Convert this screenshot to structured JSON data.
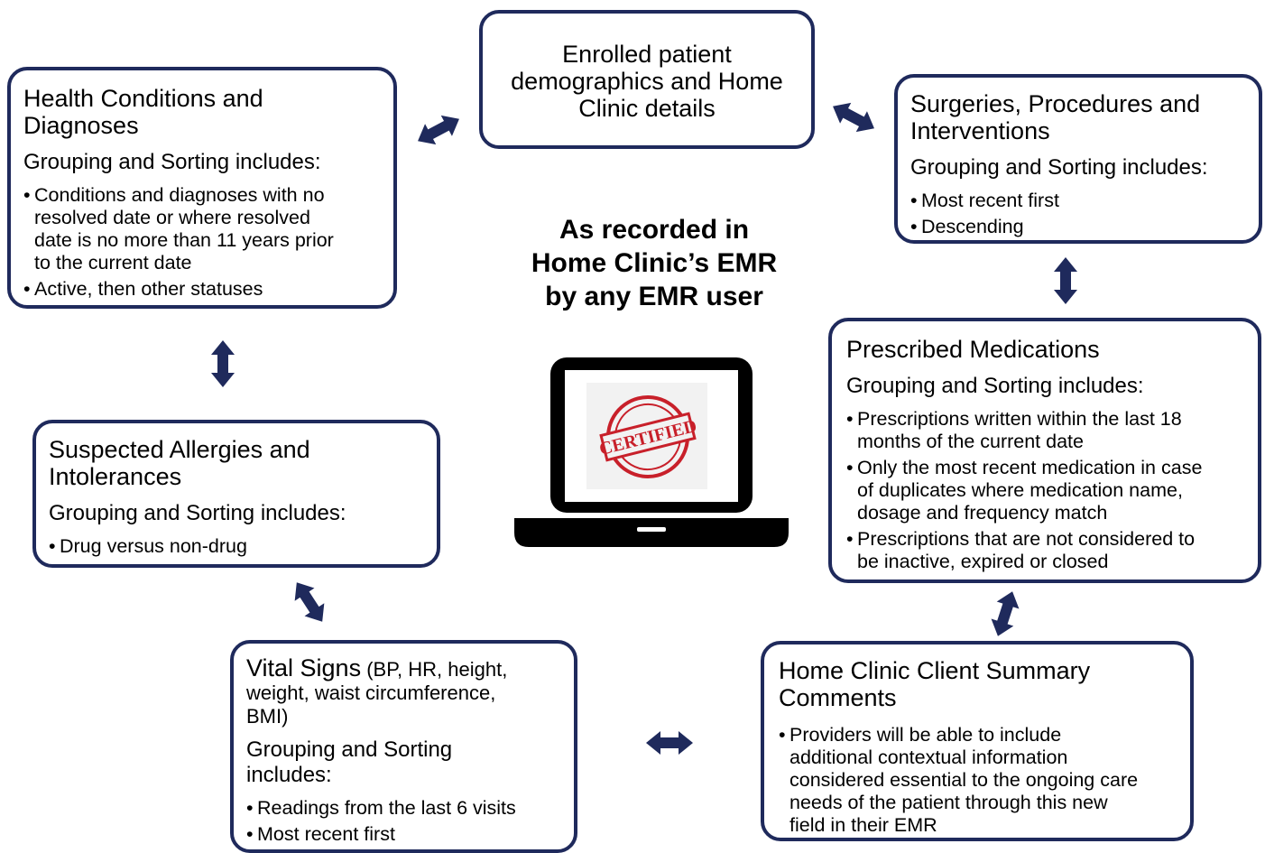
{
  "center": {
    "heading_lines": [
      "As recorded in",
      "Home Clinic’s EMR",
      "by any EMR user"
    ],
    "badge_text": "CERTIFIED"
  },
  "top_box": {
    "lines": [
      "Enrolled patient",
      "demographics and Home",
      "Clinic details"
    ]
  },
  "health": {
    "title_lines": [
      "Health Conditions and",
      "Diagnoses"
    ],
    "grouping_label": "Grouping and Sorting includes:",
    "bullets": [
      [
        "Conditions and diagnoses with no",
        "resolved date or where resolved",
        "date is no more than 11 years prior",
        "to the current date"
      ],
      [
        "Active, then other statuses"
      ]
    ]
  },
  "surgeries": {
    "title_lines": [
      "Surgeries, Procedures and",
      "Interventions"
    ],
    "grouping_label": "Grouping and Sorting includes:",
    "bullets": [
      [
        "Most recent first"
      ],
      [
        "Descending"
      ]
    ]
  },
  "allergies": {
    "title_lines": [
      "Suspected Allergies and",
      "Intolerances"
    ],
    "grouping_label": "Grouping and Sorting includes:",
    "bullets": [
      [
        "Drug versus non-drug"
      ]
    ]
  },
  "medications": {
    "title": "Prescribed Medications",
    "grouping_label": "Grouping and Sorting includes:",
    "bullets": [
      [
        "Prescriptions written within the last 18",
        "months of the current date"
      ],
      [
        "Only the most recent medication in case",
        "of duplicates where medication name,",
        "dosage and frequency match"
      ],
      [
        "Prescriptions that are not considered to",
        "be inactive, expired or closed"
      ]
    ]
  },
  "vitals": {
    "title_main": "Vital Signs",
    "title_sub_lines": [
      " (BP, HR, height,",
      "weight, waist circumference,",
      "BMI)"
    ],
    "grouping_lines": [
      "Grouping and Sorting",
      "includes:"
    ],
    "bullets": [
      [
        "Readings from the last 6 visits"
      ],
      [
        "Most recent first"
      ]
    ]
  },
  "summary": {
    "title_lines": [
      "Home Clinic Client Summary",
      "Comments"
    ],
    "bullets": [
      [
        "Providers will be able to include",
        "additional contextual information",
        "considered essential to the ongoing care",
        "needs of the patient through this new",
        "field in their EMR"
      ]
    ]
  },
  "colors": {
    "accent": "#1f2a5c",
    "badge_red": "#c8202a"
  }
}
